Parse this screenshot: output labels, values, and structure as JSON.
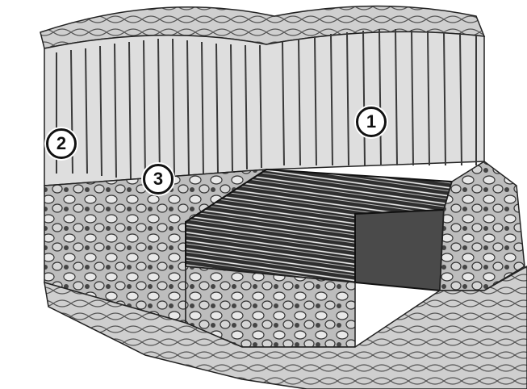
{
  "diagram": {
    "style": "grayscale engraving of a leaf cross-section block",
    "colors": {
      "background": "#ffffff",
      "ink": "#111111",
      "tissue_light": "#e6e6e6",
      "tissue_mid": "#9a9a9a",
      "tissue_dark": "#3a3a3a"
    },
    "markers": [
      {
        "label": "1"
      },
      {
        "label": "2"
      },
      {
        "label": "3"
      }
    ]
  }
}
